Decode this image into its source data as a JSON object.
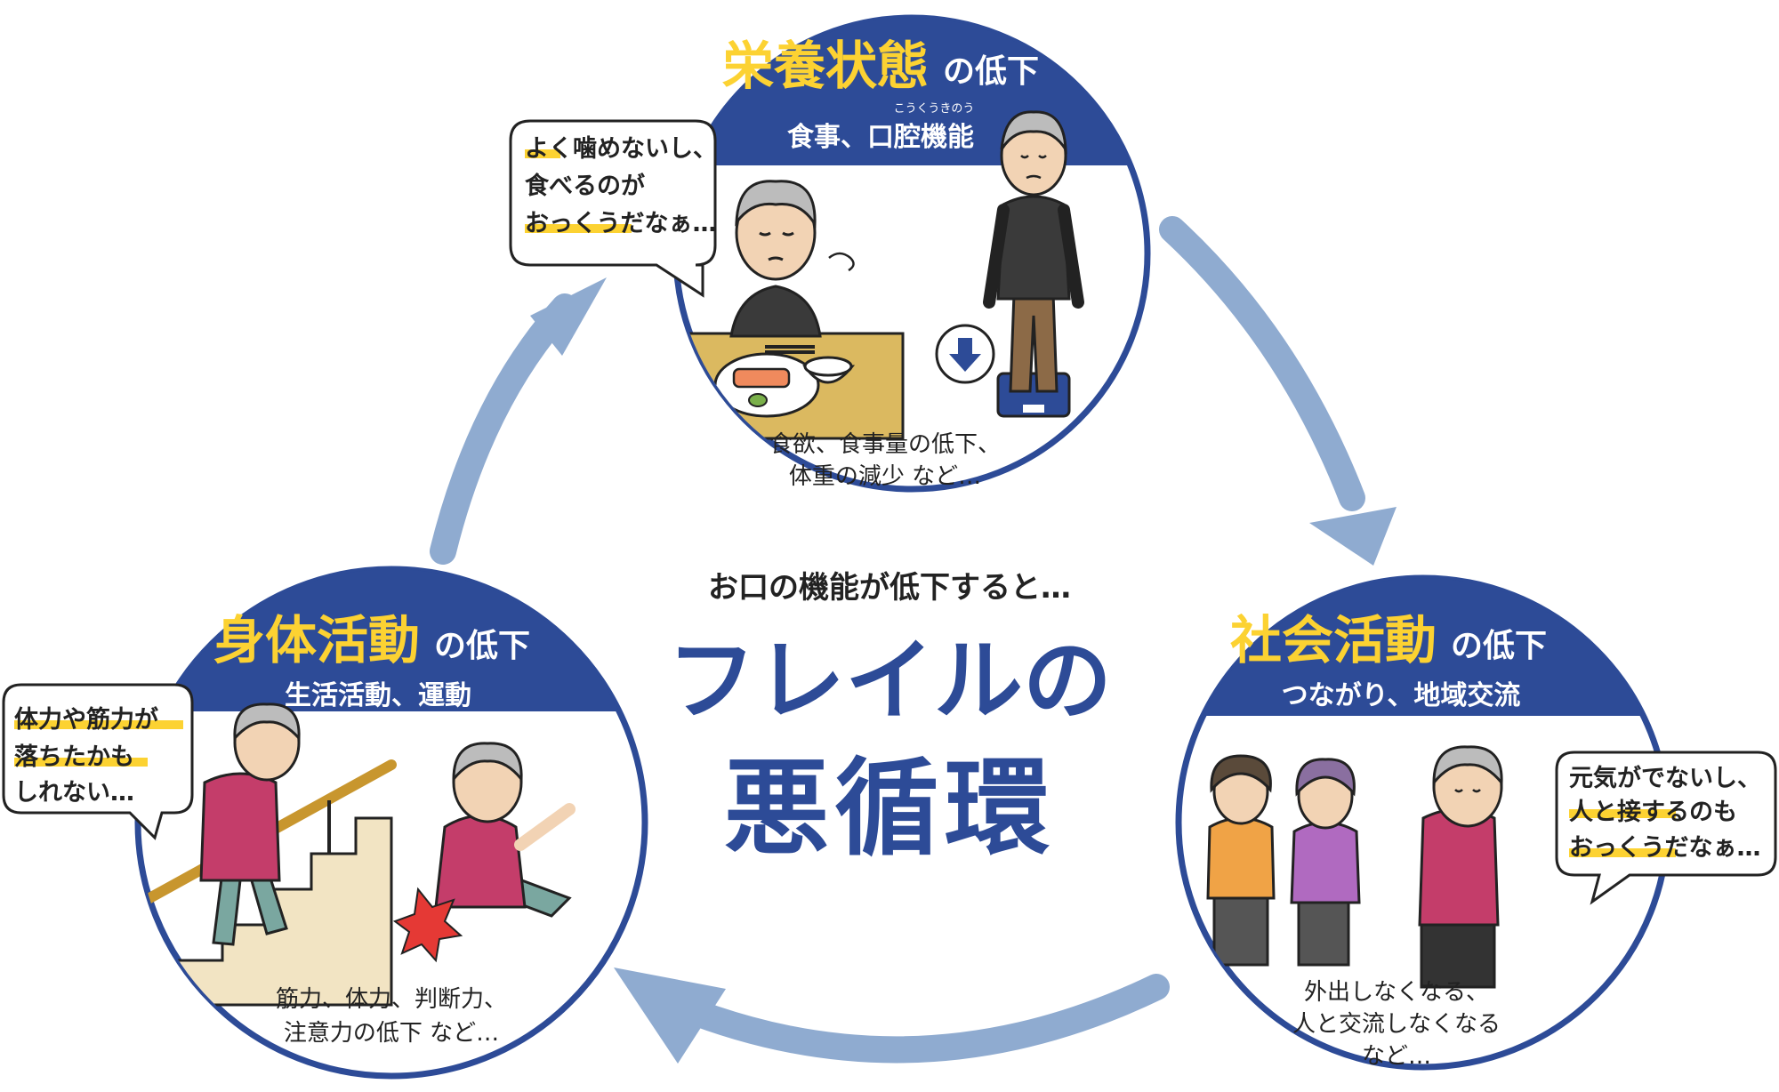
{
  "center": {
    "lead": "お口の機能が低下すると…",
    "line1": "フレイルの",
    "line2": "悪循環"
  },
  "nutrition": {
    "title_main": "栄養状態",
    "title_suffix": "の低下",
    "subtitle": "食事、口腔機能",
    "ruby": "こうくうきのう",
    "bubble": [
      "よく噛めないし、",
      "食べるのが",
      "おっくうだなぁ…"
    ],
    "caption": [
      "食欲、食事量の低下、",
      "体重の減少 など…"
    ]
  },
  "social": {
    "title_main": "社会活動",
    "title_suffix": "の低下",
    "subtitle": "つながり、地域交流",
    "bubble": [
      "元気がでないし、",
      "人と接するのも",
      "おっくうだなぁ…"
    ],
    "caption": [
      "外出しなくなる、",
      "人と交流しなくなる",
      "など…"
    ]
  },
  "physical": {
    "title_main": "身体活動",
    "title_suffix": "の低下",
    "subtitle": "生活活動、運動",
    "bubble": [
      "体力や筋力が",
      "落ちたかも",
      "しれない…"
    ],
    "caption": [
      "筋力、体力、判断力、",
      "注意力の低下 など…"
    ]
  },
  "colors": {
    "navy": "#2d4b97",
    "arrow": "#8fabd0",
    "highlight": "#fcd232"
  }
}
